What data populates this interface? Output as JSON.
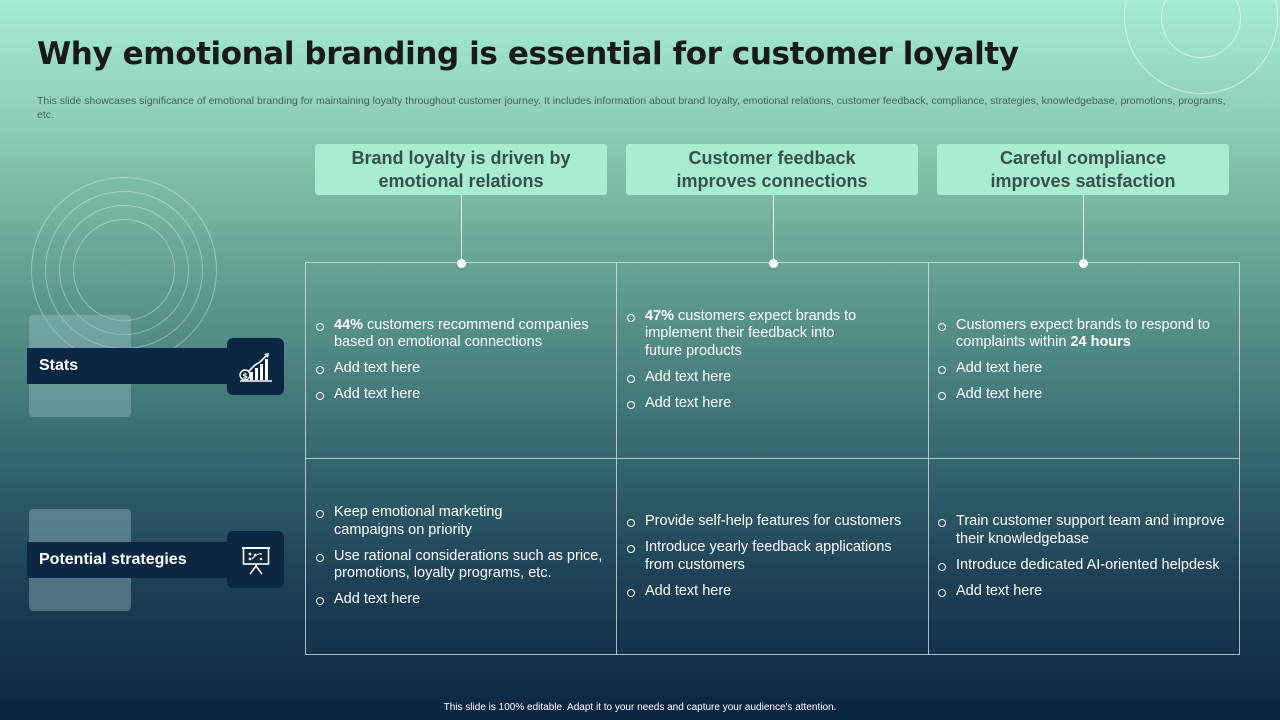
{
  "title": "Why emotional branding is essential for customer loyalty",
  "subtitle": "This slide showcases significance of emotional branding for maintaining loyalty throughout customer journey. It includes information about brand loyalty, emotional relations, customer feedback, compliance, strategies, knowledgebase, promotions, programs, etc.",
  "columns": [
    {
      "line1": "Brand loyalty is driven by",
      "line2": "emotional relations"
    },
    {
      "line1": "Customer feedback",
      "line2": "improves connections"
    },
    {
      "line1": "Careful compliance",
      "line2": "improves satisfaction"
    }
  ],
  "rows": [
    {
      "label": "Stats",
      "icon": "growth-chart-icon"
    },
    {
      "label": "Potential strategies",
      "icon": "presentation-board-icon"
    }
  ],
  "cells": {
    "stats": [
      [
        {
          "bold": "44%",
          "text": " customers recommend companies based on emotional connections"
        },
        {
          "text": "Add text here"
        },
        {
          "text": "Add text here"
        }
      ],
      [
        {
          "bold": "47%",
          "text": " customers expect brands to implement their feedback into future products"
        },
        {
          "text": "Add text here"
        },
        {
          "text": "Add text here"
        }
      ],
      [
        {
          "text": "Customers expect brands to respond to complaints within ",
          "bold_end": "24 hours"
        },
        {
          "text": "Add text here"
        },
        {
          "text": "Add text here"
        }
      ]
    ],
    "strategies": [
      [
        {
          "text": "Keep emotional marketing campaigns on priority"
        },
        {
          "text": "Use rational considerations such as price, promotions, loyalty programs, etc."
        },
        {
          "text": "Add text here"
        }
      ],
      [
        {
          "text": "Provide self-help features for customers"
        },
        {
          "text": "Introduce yearly feedback applications from customers"
        },
        {
          "text": "Add text here"
        }
      ],
      [
        {
          "text": "Train customer support team and improve their knowledgebase"
        },
        {
          "text": "Introduce dedicated AI-oriented helpdesk"
        },
        {
          "text": "Add text here"
        }
      ]
    ]
  },
  "footer": "This slide is 100% editable.  Adapt it to your needs and capture your audience's attention.",
  "colors": {
    "header_bg": "#a8edcf",
    "label_bg": "#0c2744",
    "text_dark": "#1a1a1a"
  }
}
